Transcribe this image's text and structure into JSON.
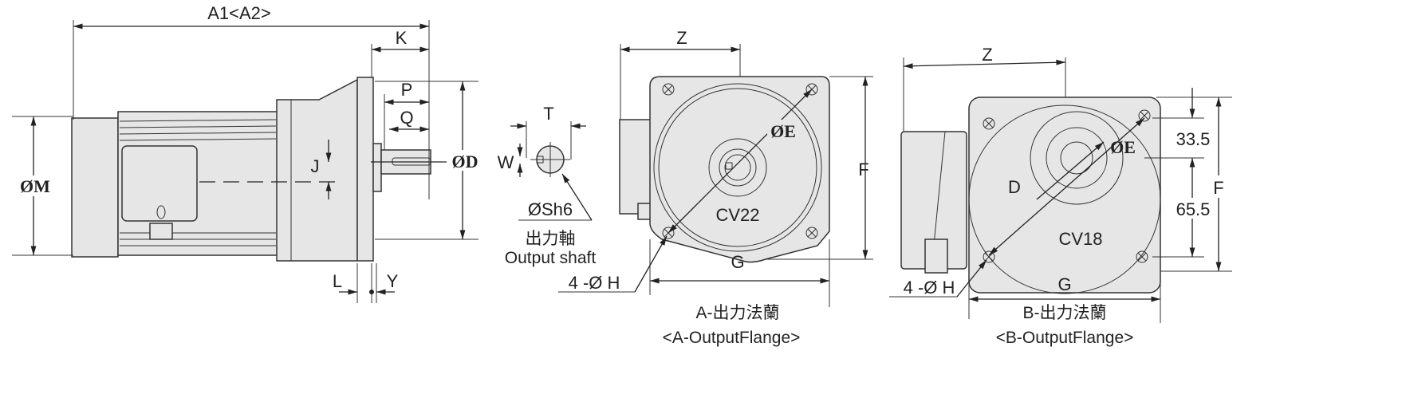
{
  "side_view": {
    "overall_length": "A1<A2>",
    "k": "K",
    "p": "P",
    "q": "Q",
    "j": "J",
    "l": "L",
    "y": "Y",
    "shaft_dia": "ØD",
    "motor_dia": "ØM"
  },
  "shaft_section": {
    "t": "T",
    "w": "W",
    "sh6": "ØSh6",
    "caption_cn": "出力軸",
    "caption_en": "Output shaft"
  },
  "flange_a": {
    "model": "CV22",
    "z": "Z",
    "f": "F",
    "g": "G",
    "e": "ØE",
    "holes": "4 -Ø H",
    "caption_cn": "A-出力法蘭",
    "caption_en": "<A-OutputFlange>"
  },
  "flange_b": {
    "model": "CV18",
    "z": "Z",
    "f": "F",
    "g": "G",
    "e": "ØE",
    "d": "D",
    "holes": "4 -Ø H",
    "dim_upper": "33.5",
    "dim_lower": "65.5",
    "caption_cn": "B-出力法蘭",
    "caption_en": "<B-OutputFlange>"
  }
}
